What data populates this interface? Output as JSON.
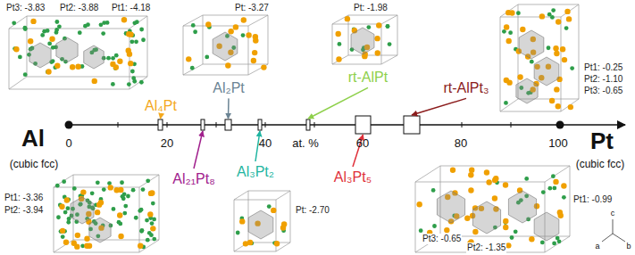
{
  "diagram": {
    "labels": [
      "Al",
      "(cubic fcc)",
      "Pt",
      "(cubic fcc)",
      "0",
      "20",
      "40",
      "60",
      "80",
      "100",
      "at. %",
      "Al₄Pt",
      "Al₂Pt",
      "rt-AlPt",
      "rt-AlPt₃",
      "Al₂₁Pt₈",
      "Al₃Pt₂",
      "Al₃Pt₅",
      "Pt3: -3.83",
      "Pt2: -3.88",
      "Pt1: -4.18",
      "Pt: -3.27",
      "Pt: -1.98",
      "Pt1: -0.25",
      "Pt2: -1.10",
      "Pt3: -0.65",
      "Pt1: -3.36",
      "Pt2: -3.94",
      "Pt: -2.70",
      "Pt3: -0.65",
      "Pt2: -1.35",
      "Pt1: -0.99",
      "c",
      "a",
      "b"
    ]
  }
}
